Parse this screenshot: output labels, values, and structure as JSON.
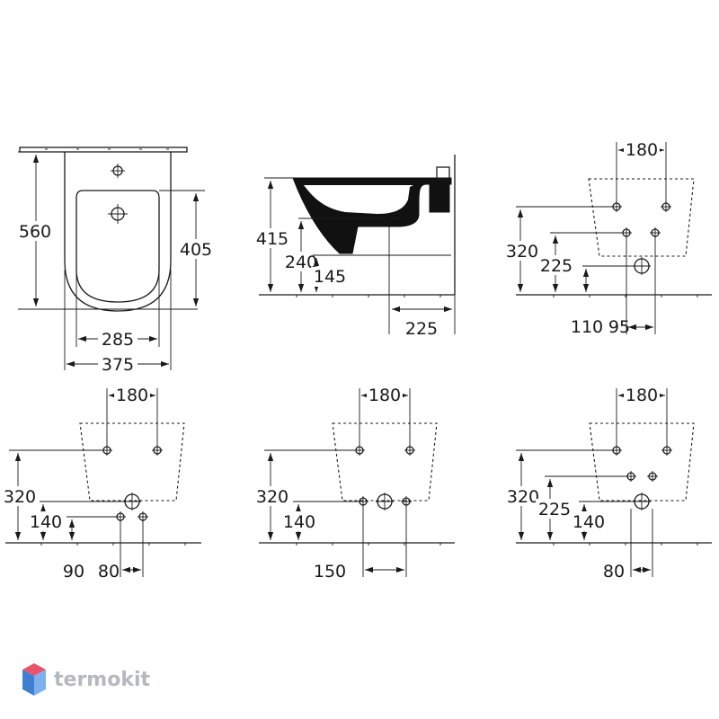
{
  "front_view": {
    "height_total": "560",
    "height_bowl": "405",
    "width_inner": "285",
    "width_total": "375"
  },
  "side_view": {
    "height_top": "415",
    "height_rim": "240",
    "height_outlet": "145",
    "depth_outlet": "225"
  },
  "plan_1": {
    "spacing_top": "180",
    "height_upper": "320",
    "height_lower": "225",
    "offset_a": "110",
    "offset_b": "95"
  },
  "plan_2": {
    "spacing_top": "180",
    "height_upper": "320",
    "height_lower": "140",
    "offset_a": "90",
    "offset_b": "80"
  },
  "plan_3": {
    "spacing_top": "180",
    "height_upper": "320",
    "height_lower": "140",
    "spacing_bottom": "150"
  },
  "plan_4": {
    "spacing_top": "180",
    "height_upper": "320",
    "height_mid": "225",
    "height_lower": "140",
    "spacing_bottom": "80"
  },
  "watermark": {
    "brand": "termokit",
    "colors": {
      "top": "#e9546b",
      "left": "#3f7fd0",
      "right": "#7db1ee"
    }
  }
}
